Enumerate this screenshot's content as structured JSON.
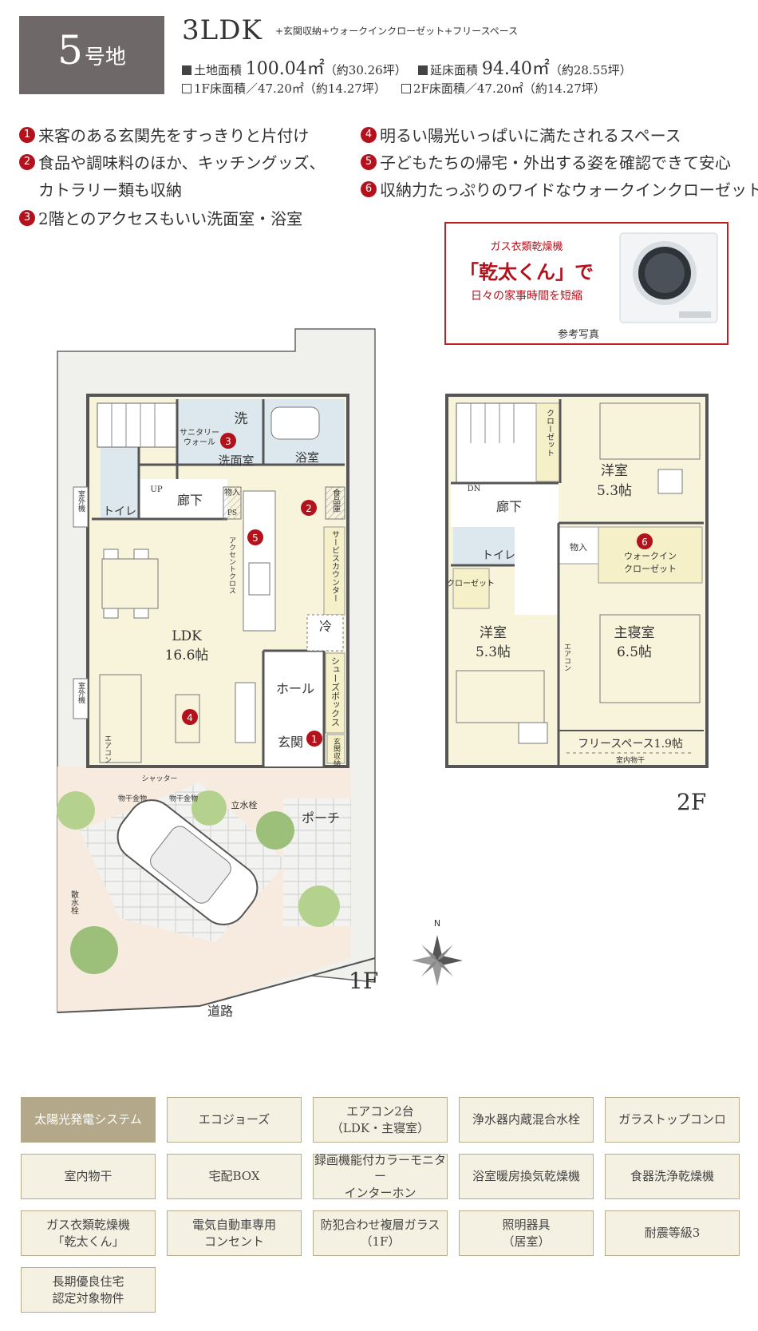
{
  "header": {
    "lot_number": "5",
    "lot_suffix": "号地",
    "plan_type": "3LDK",
    "plan_extra": "+玄関収納+ウォークインクローゼット+フリースペース",
    "land_area_label": "土地面積",
    "land_area_value": "100.04㎡",
    "land_area_tsubo": "（約30.26坪）",
    "floor_area_label": "延床面積",
    "floor_area_value": "94.40㎡",
    "floor_area_tsubo": "（約28.55坪）",
    "f1_area": "1F床面積／47.20㎡（約14.27坪）",
    "f2_area": "2F床面積／47.20㎡（約14.27坪）"
  },
  "features": [
    {
      "num": "1",
      "text": "来客のある玄関先をすっきりと片付け"
    },
    {
      "num": "2",
      "text": "食品や調味料のほか、キッチングッズ、",
      "cont": "カトラリー類も収納"
    },
    {
      "num": "3",
      "text": "2階とのアクセスもいい洗面室・浴室"
    },
    {
      "num": "4",
      "text": "明るい陽光いっぱいに満たされるスペース"
    },
    {
      "num": "5",
      "text": "子どもたちの帰宅・外出する姿を確認できて安心"
    },
    {
      "num": "6",
      "text": "収納力たっぷりのワイドなウォークインクローゼット"
    }
  ],
  "dryer": {
    "line1": "ガス衣類乾燥機",
    "line2": "「乾太くん」で",
    "line3": "日々の家事時間を短縮",
    "caption": "参考写真"
  },
  "plan1f": {
    "floor": "1F",
    "rooms": {
      "ldk": "LDK",
      "ldk_size": "16.6帖",
      "wash": "洗面室",
      "sanitary": "サニタリー",
      "sanitary2": "ウォール",
      "bath": "浴室",
      "toilet": "トイレ",
      "corridor": "廊下",
      "hall": "ホール",
      "entrance": "玄関",
      "porch": "ポーチ",
      "road": "道路",
      "fridge": "冷",
      "washer": "洗",
      "storage": "物入",
      "ps": "PS",
      "up": "UP",
      "pantry": "食品庫",
      "service": "サービスカウンター",
      "accent": "アクセントクロス",
      "shoebox": "シューズボックス",
      "genkan_storage": "玄関収納",
      "shutter": "シャッター",
      "hanger1": "物干金物",
      "hanger2": "物干金物",
      "faucet": "立水栓",
      "sprinkler": "散水栓",
      "outdoor1": "室外機",
      "outdoor2": "室外機",
      "aircon": "エアコン",
      "north": "N"
    }
  },
  "plan2f": {
    "floor": "2F",
    "rooms": {
      "western1": "洋室",
      "western1_size": "5.3帖",
      "western2": "洋室",
      "western2_size": "5.3帖",
      "master": "主寝室",
      "master_size": "6.5帖",
      "corridor": "廊下",
      "toilet": "トイレ",
      "closet1": "クローゼット",
      "closet2": "クローゼット",
      "walkin": "ウォークイン",
      "walkin2": "クローゼット",
      "storage": "物入",
      "free_space": "フリースペース1.9帖",
      "indoor_dry": "室内物干",
      "aircon": "エアコン",
      "dn": "DN"
    }
  },
  "equipment": [
    "太陽光発電システム",
    "エコジョーズ",
    "エアコン2台\n（LDK・主寝室）",
    "浄水器内蔵混合水栓",
    "ガラストップコンロ",
    "室内物干",
    "宅配BOX",
    "録画機能付カラーモニター\nインターホン",
    "浴室暖房換気乾燥機",
    "食器洗浄乾燥機",
    "ガス衣類乾燥機\n「乾太くん」",
    "電気自動車専用\nコンセント",
    "防犯合わせ複層ガラス\n（1F）",
    "照明器具\n（居室）",
    "耐震等級3",
    "長期優良住宅\n認定対象物件"
  ],
  "colors": {
    "badge": "#6e6968",
    "accent_red": "#b3121c",
    "equip_bg": "#f4f0e2",
    "equip_active": "#b3a88a",
    "plan_cream": "#f8f4dc",
    "room_blue": "#dde8ee",
    "garden_green": "#b4d28e"
  }
}
